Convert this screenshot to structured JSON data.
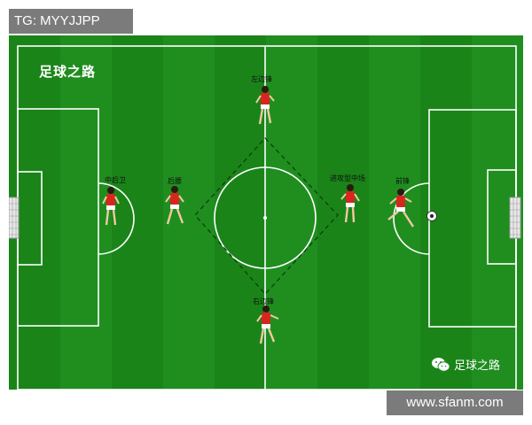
{
  "watermarks": {
    "top_left": "TG: MYYJJPP",
    "bottom_right": "www.sfanm.com"
  },
  "brand": {
    "title": "足球之路",
    "wechat_label": "足球之路"
  },
  "positions": {
    "left_winger": "左边锋",
    "centre_back": "中后卫",
    "defensive_mid": "后腰",
    "attacking_mid": "进攻型中场",
    "striker": "前锋",
    "right_winger": "右边锋"
  },
  "colors": {
    "pitch": "#1f8e1f",
    "pitch_stripe": "#1a8419",
    "lines": "#ffffff",
    "shirt": "#d7261e"
  },
  "icons": {
    "wechat": "wechat-icon",
    "ball": "football-icon"
  }
}
